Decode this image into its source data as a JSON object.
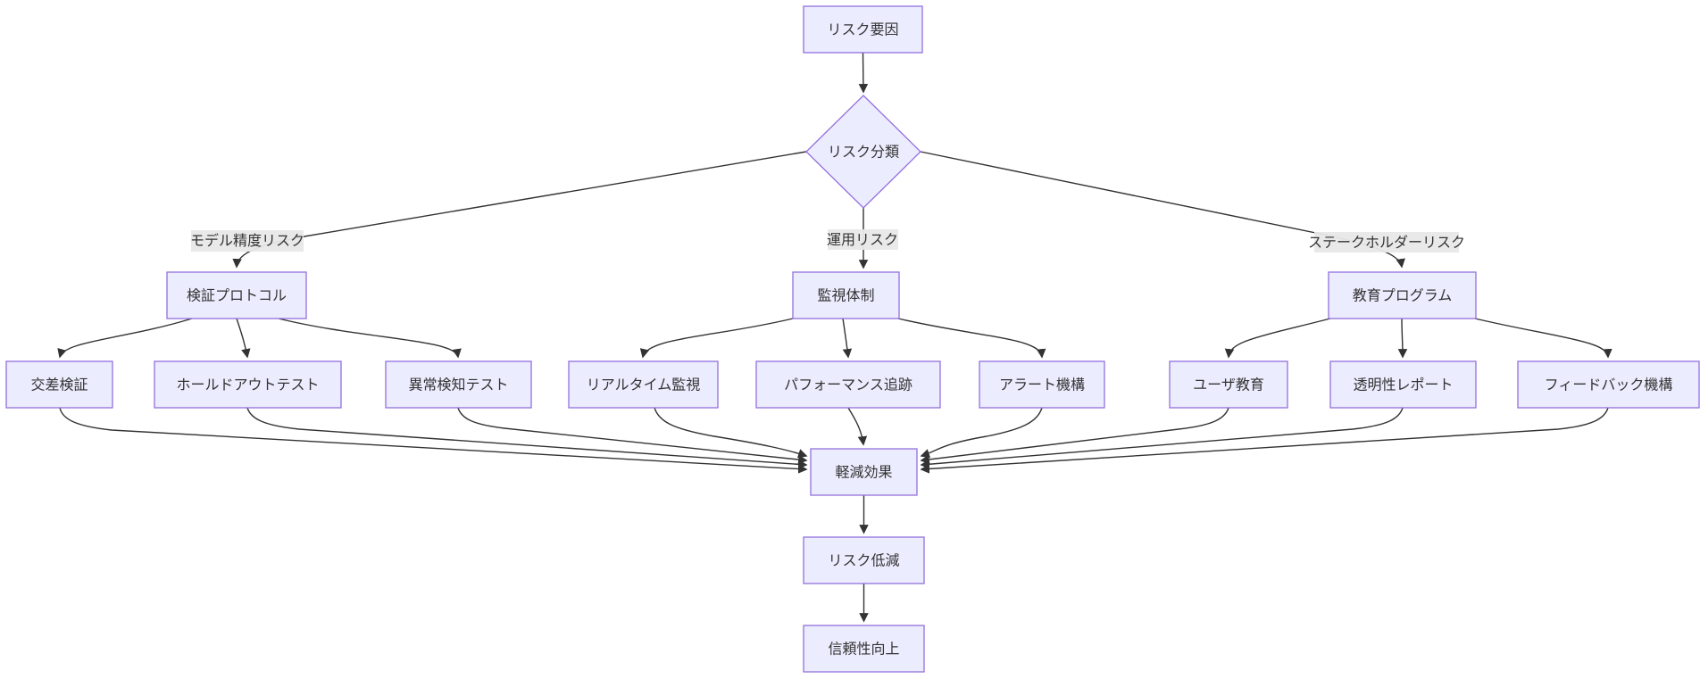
{
  "diagram": {
    "type": "flowchart-top-down",
    "background": "#ffffff",
    "colors": {
      "node_fill": "#ECECFF",
      "node_border": "#9370DB",
      "edge_line": "#333333",
      "edge_label_bg": "#e8e8e8",
      "text": "#333333"
    },
    "nodes": {
      "risk_factor": {
        "label": "リスク要因",
        "shape": "rect"
      },
      "risk_class": {
        "label": "リスク分類",
        "shape": "diamond"
      },
      "validation": {
        "label": "検証プロトコル",
        "shape": "rect"
      },
      "monitoring": {
        "label": "監視体制",
        "shape": "rect"
      },
      "education": {
        "label": "教育プログラム",
        "shape": "rect"
      },
      "crossval": {
        "label": "交差検証",
        "shape": "rect"
      },
      "holdout": {
        "label": "ホールドアウトテスト",
        "shape": "rect"
      },
      "anomaly": {
        "label": "異常検知テスト",
        "shape": "rect"
      },
      "realtime": {
        "label": "リアルタイム監視",
        "shape": "rect"
      },
      "perf": {
        "label": "パフォーマンス追跡",
        "shape": "rect"
      },
      "alert": {
        "label": "アラート機構",
        "shape": "rect"
      },
      "usered": {
        "label": "ユーザ教育",
        "shape": "rect"
      },
      "transparency": {
        "label": "透明性レポート",
        "shape": "rect"
      },
      "feedback": {
        "label": "フィードバック機構",
        "shape": "rect"
      },
      "mitigation": {
        "label": "軽減効果",
        "shape": "rect"
      },
      "risk_reduction": {
        "label": "リスク低減",
        "shape": "rect"
      },
      "reliability": {
        "label": "信頼性向上",
        "shape": "rect"
      }
    },
    "edge_labels": {
      "model_risk": {
        "label": "モデル精度リスク"
      },
      "op_risk": {
        "label": "運用リスク"
      },
      "stakeholder_risk": {
        "label": "ステークホルダーリスク"
      }
    },
    "edges": [
      {
        "from": "risk_factor",
        "to": "risk_class",
        "label": ""
      },
      {
        "from": "risk_class",
        "to": "validation",
        "label": "モデル精度リスク"
      },
      {
        "from": "risk_class",
        "to": "monitoring",
        "label": "運用リスク"
      },
      {
        "from": "risk_class",
        "to": "education",
        "label": "ステークホルダーリスク"
      },
      {
        "from": "validation",
        "to": "crossval",
        "label": ""
      },
      {
        "from": "validation",
        "to": "holdout",
        "label": ""
      },
      {
        "from": "validation",
        "to": "anomaly",
        "label": ""
      },
      {
        "from": "monitoring",
        "to": "realtime",
        "label": ""
      },
      {
        "from": "monitoring",
        "to": "perf",
        "label": ""
      },
      {
        "from": "monitoring",
        "to": "alert",
        "label": ""
      },
      {
        "from": "education",
        "to": "usered",
        "label": ""
      },
      {
        "from": "education",
        "to": "transparency",
        "label": ""
      },
      {
        "from": "education",
        "to": "feedback",
        "label": ""
      },
      {
        "from": "crossval",
        "to": "mitigation",
        "label": ""
      },
      {
        "from": "holdout",
        "to": "mitigation",
        "label": ""
      },
      {
        "from": "anomaly",
        "to": "mitigation",
        "label": ""
      },
      {
        "from": "realtime",
        "to": "mitigation",
        "label": ""
      },
      {
        "from": "perf",
        "to": "mitigation",
        "label": ""
      },
      {
        "from": "alert",
        "to": "mitigation",
        "label": ""
      },
      {
        "from": "usered",
        "to": "mitigation",
        "label": ""
      },
      {
        "from": "transparency",
        "to": "mitigation",
        "label": ""
      },
      {
        "from": "feedback",
        "to": "mitigation",
        "label": ""
      },
      {
        "from": "mitigation",
        "to": "risk_reduction",
        "label": ""
      },
      {
        "from": "risk_reduction",
        "to": "reliability",
        "label": ""
      }
    ]
  }
}
